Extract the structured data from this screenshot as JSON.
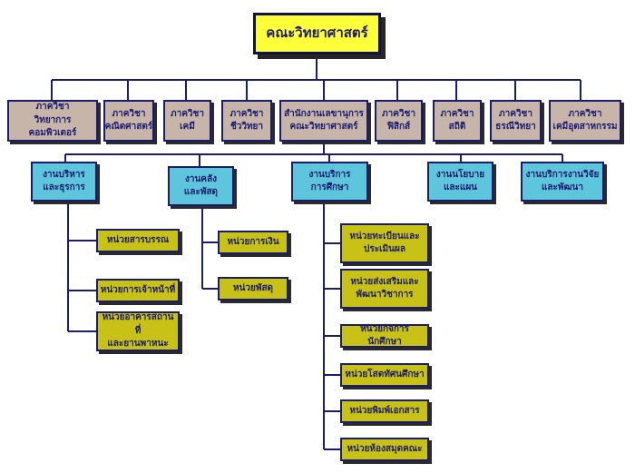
{
  "root": "คณะวิทยาศาสตร์",
  "departments": [
    "ภาควิชา\nวิทยาการคอมพิวเตอร์",
    "ภาควิชา\nคณิตศาสตร์",
    "ภาควิชา\nเคมี",
    "ภาควิชา\nชีววิทยา",
    "สำนักงานเลขานุการ\nคณะวิทยาศาสตร์",
    "ภาควิชา\nฟิสิกส์",
    "ภาควิชา\nสถิติ",
    "ภาควิชา\nธรณีวิทยา",
    "ภาควิชา\nเคมีอุตสาหกรรม"
  ],
  "divisions": [
    "งานบริหาร\nและธุรการ",
    "งานคลัง\nและพัสดุ",
    "งานบริการ\nการศึกษา",
    "งานนโยบาย\nและแผน",
    "งานบริการงานวิจัย\nและพัฒนา"
  ],
  "admin_units": [
    "หน่วยสารบรรณ",
    "หน่วยการเจ้าหน้าที่",
    "หน่วยอาคารสถานที่\nและยานพาหนะ"
  ],
  "finance_units": [
    "หน่วยการเงิน",
    "หน่วยพัสดุ"
  ],
  "education_units": [
    "หน่วยทะเบียนและ\nประเมินผล",
    "หน่วยส่งเสริมและ\nพัฒนาวิชาการ",
    "หน่วยกิจการนักศึกษา",
    "หน่วยโสตทัศนศึกษา",
    "หน่วยพิมพ์เอกสาร",
    "หน่วยห้องสมุดคณะ"
  ]
}
